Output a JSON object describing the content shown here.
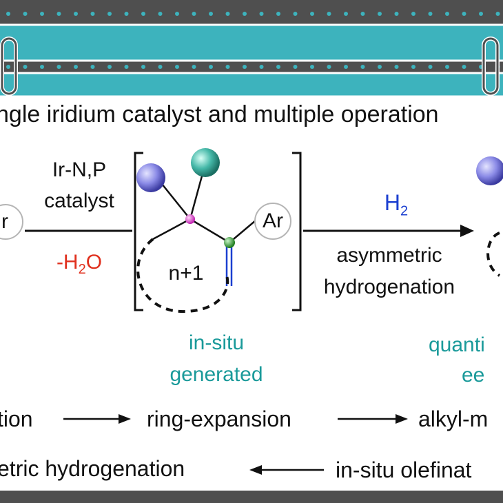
{
  "header": {
    "title": "ngle iridium catalyst and multiple operation"
  },
  "scheme": {
    "left_group_label": "r",
    "reagent_top_line1": "Ir-N,P",
    "reagent_top_line2": "catalyst",
    "reagent_bottom_prefix": "-H",
    "reagent_bottom_sub": "2",
    "reagent_bottom_suffix": "O",
    "intermediate_ring_label": "n+1",
    "intermediate_ar_label": "Ar",
    "intermediate_caption_line1": "in-situ",
    "intermediate_caption_line2": "generated",
    "step2_reagent_main": "H",
    "step2_reagent_sub": "2",
    "step2_desc_line1": "asymmetric",
    "step2_desc_line2": "hydrogenation",
    "product_caption_line1": "quanti",
    "product_caption_line2": "ee"
  },
  "sequence": {
    "row1": [
      "tion",
      "ring-expansion",
      "alkyl-m"
    ],
    "row2": [
      "etric hydrogenation",
      "in-situ olefinat"
    ]
  },
  "colors": {
    "band_dark": "#4f4f4f",
    "band_teal": "#3db3bd",
    "red": "#e0301e",
    "blue": "#1b3fd0",
    "teal_text": "#1a9a9a",
    "sphere_blue": "#8a8ae6",
    "sphere_teal": "#45b8a8",
    "node_magenta": "#e040d0",
    "node_green": "#2a9a2a"
  }
}
